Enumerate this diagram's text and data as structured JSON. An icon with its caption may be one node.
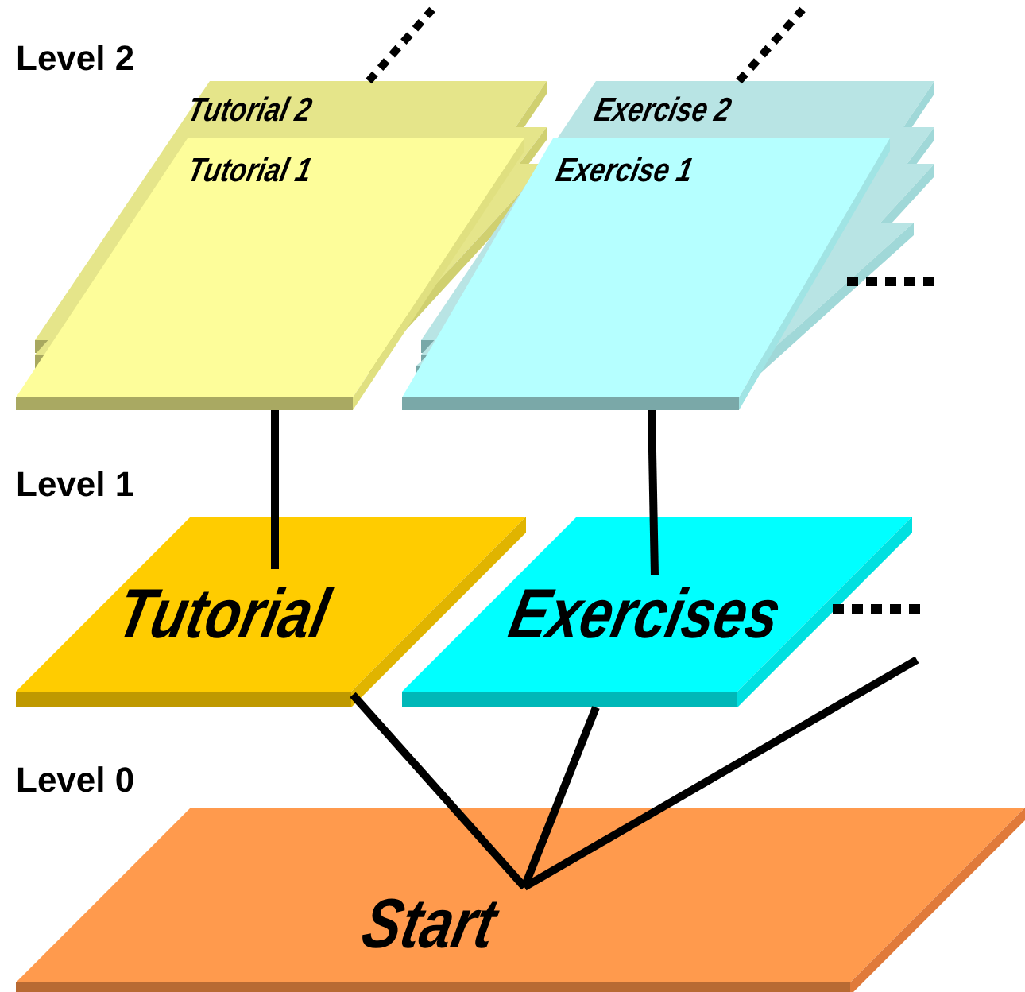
{
  "diagram": {
    "nodes": [
      {
        "text": [
          "Tutorial 2"
        ]
      },
      {
        "text": [
          "Tutorial 1"
        ]
      },
      {
        "text": [
          "Exercise 2"
        ]
      },
      {
        "text": [
          "Exercise 1"
        ]
      },
      {
        "text": [
          "Tutorial"
        ]
      },
      {
        "text": [
          "Exercises"
        ]
      },
      {
        "text": [
          "Start"
        ]
      }
    ],
    "edges": [
      {
        "from": 6,
        "to": 4,
        "arrow": "none"
      },
      {
        "from": 6,
        "to": 5,
        "arrow": "none"
      },
      {
        "from": 6,
        "to": null,
        "arrow": "none"
      },
      {
        "from": 4,
        "to": 1,
        "arrow": "none"
      },
      {
        "from": 5,
        "to": 3,
        "arrow": "none"
      },
      {
        "from": 0,
        "to": null,
        "arrow": "none",
        "style": "dashed"
      },
      {
        "from": 2,
        "to": null,
        "arrow": "none",
        "style": "dashed"
      }
    ],
    "labels": [
      "Level 2",
      "Level 1",
      "Level 0"
    ]
  }
}
